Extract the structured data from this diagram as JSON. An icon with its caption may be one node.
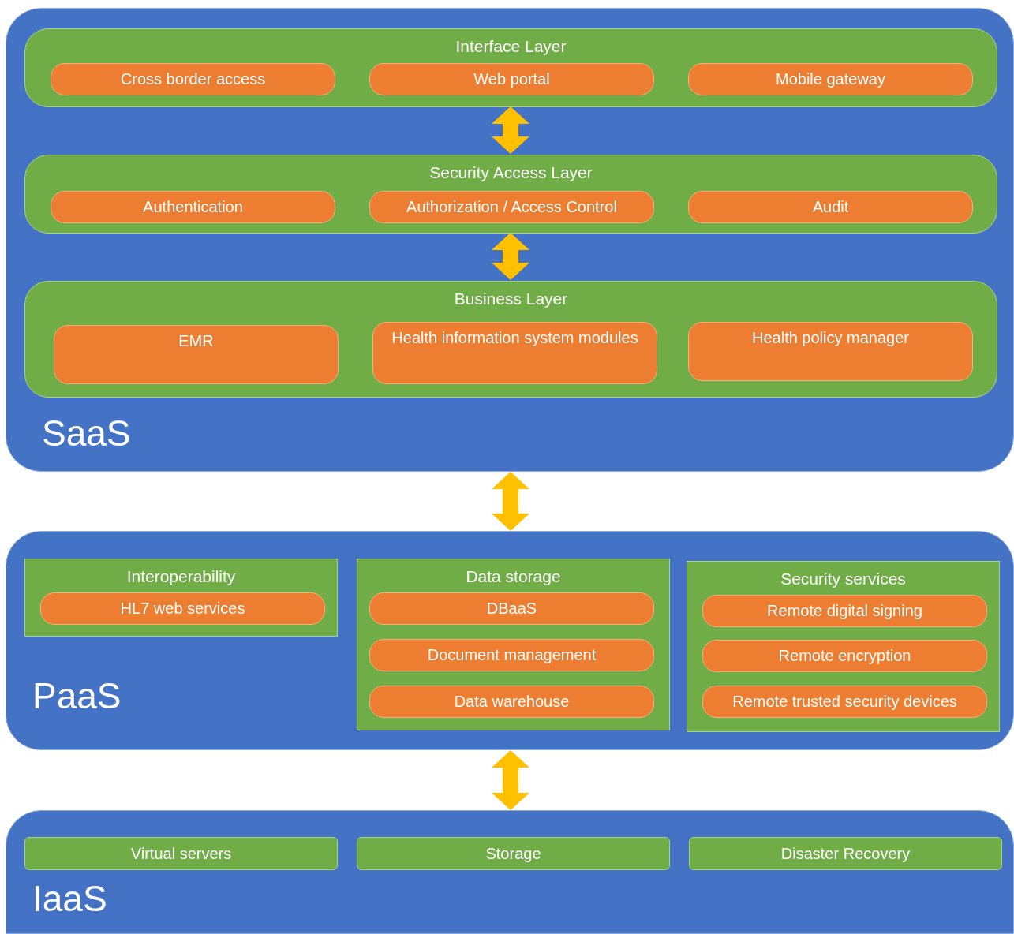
{
  "diagram": {
    "nodes": [
      {
        "text": [
          "SaaS"
        ]
      },
      {
        "text": [
          "Interface Layer"
        ],
        "in": 0
      },
      {
        "text": [
          "Cross border access"
        ],
        "in": 1
      },
      {
        "text": [
          "Web portal"
        ],
        "in": 1
      },
      {
        "text": [
          "Mobile gateway"
        ],
        "in": 1
      },
      {
        "text": [
          "Security Access Layer"
        ],
        "in": 0
      },
      {
        "text": [
          "Authentication"
        ],
        "in": 5
      },
      {
        "text": [
          "Authorization / Access Control"
        ],
        "in": 5
      },
      {
        "text": [
          "Audit"
        ],
        "in": 5
      },
      {
        "text": [
          "Business Layer"
        ],
        "in": 0
      },
      {
        "text": [
          "EMR"
        ],
        "in": 9
      },
      {
        "text": [
          "Health information system modules"
        ],
        "in": 9
      },
      {
        "text": [
          "Health policy manager"
        ],
        "in": 9
      },
      {
        "text": [
          "PaaS"
        ]
      },
      {
        "text": [
          "Interoperability"
        ],
        "in": 13
      },
      {
        "text": [
          "HL7 web services"
        ],
        "in": 14
      },
      {
        "text": [
          "Data storage"
        ],
        "in": 13
      },
      {
        "text": [
          "DBaaS"
        ],
        "in": 16
      },
      {
        "text": [
          "Document management"
        ],
        "in": 16
      },
      {
        "text": [
          "Data warehouse"
        ],
        "in": 16
      },
      {
        "text": [
          "Security services"
        ],
        "in": 13
      },
      {
        "text": [
          "Remote digital signing"
        ],
        "in": 20
      },
      {
        "text": [
          "Remote encryption"
        ],
        "in": 20
      },
      {
        "text": [
          "Remote trusted security devices"
        ],
        "in": 20
      },
      {
        "text": [
          "IaaS"
        ]
      },
      {
        "text": [
          "Virtual servers"
        ],
        "in": 24
      },
      {
        "text": [
          "Storage"
        ],
        "in": 24
      },
      {
        "text": [
          "Disaster Recovery"
        ],
        "in": 24
      }
    ],
    "edges": [
      {
        "from": 1,
        "to": 5,
        "arrow": "both"
      },
      {
        "from": 5,
        "to": 9,
        "arrow": "both"
      },
      {
        "from": 0,
        "to": 13,
        "arrow": "both"
      },
      {
        "from": 13,
        "to": 24,
        "arrow": "both"
      }
    ]
  }
}
